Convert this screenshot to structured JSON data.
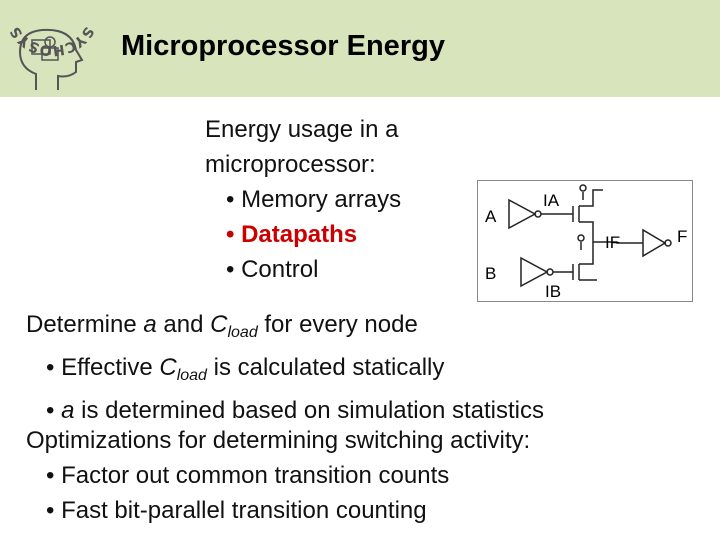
{
  "header": {
    "title": "Microprocessor Energy",
    "logo_text": "SYCHOSYS",
    "colors": {
      "band": "#d8e4bc",
      "highlight": "#cc0000"
    }
  },
  "intro": {
    "line1": "Energy usage in a",
    "line2": "microprocessor:",
    "bullets": [
      "• Memory arrays",
      "• Datapaths",
      "• Control"
    ]
  },
  "circuit": {
    "labels": {
      "A": "A",
      "B": "B",
      "IA": "IA",
      "IB": "IB",
      "IF": "IF",
      "F": "F"
    }
  },
  "section1": {
    "head": {
      "pre": "Determine ",
      "a": "a",
      "mid": " and ",
      "C": "C",
      "sub": "load",
      "post": " for every node"
    },
    "b1": {
      "pre": "• Effective ",
      "C": "C",
      "sub": "load",
      "post": " is calculated statically"
    },
    "b2": {
      "pre": "• ",
      "a": "a",
      "post": " is determined based on simulation statistics"
    }
  },
  "section2": {
    "head": "Optimizations for determining switching activity:",
    "bullets": [
      "• Factor out common transition counts",
      "• Fast bit-parallel transition counting"
    ]
  }
}
